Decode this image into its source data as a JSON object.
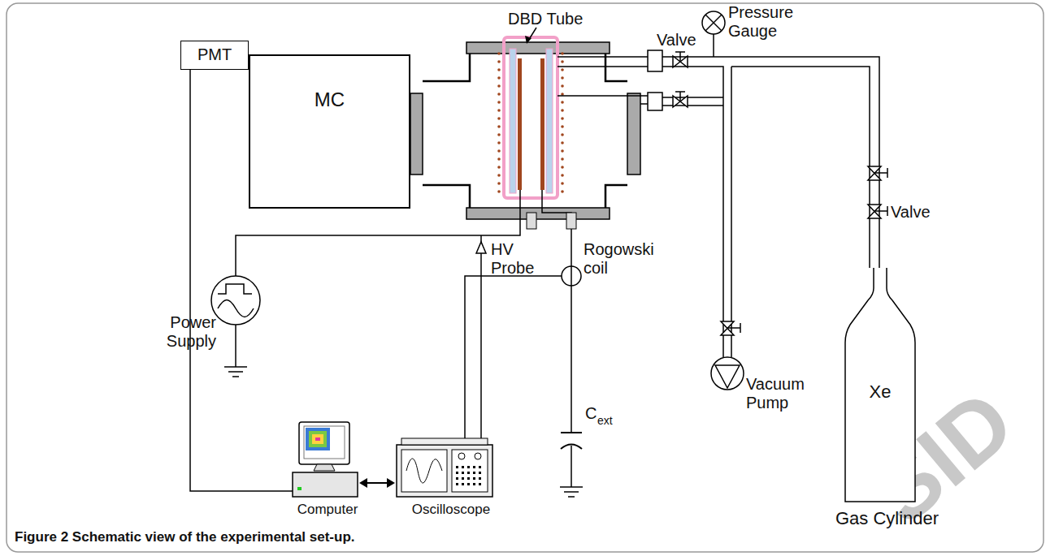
{
  "diagram": {
    "caption": "Figure 2 Schematic view of the experimental set-up.",
    "nodes": [
      {
        "text": [
          "PMT"
        ]
      },
      {
        "text": [
          "MC"
        ]
      },
      {
        "text": [
          "Xe",
          "Gas Cylinder"
        ]
      }
    ],
    "labels": [
      "DBD Tube",
      "Pressure Gauge",
      "Valve",
      "Valve",
      "HV Probe",
      "Rogowski coil",
      "Power Supply",
      "C",
      "ext",
      "Vacuum Pump",
      "Computer",
      "Oscilloscope",
      "SID"
    ]
  }
}
